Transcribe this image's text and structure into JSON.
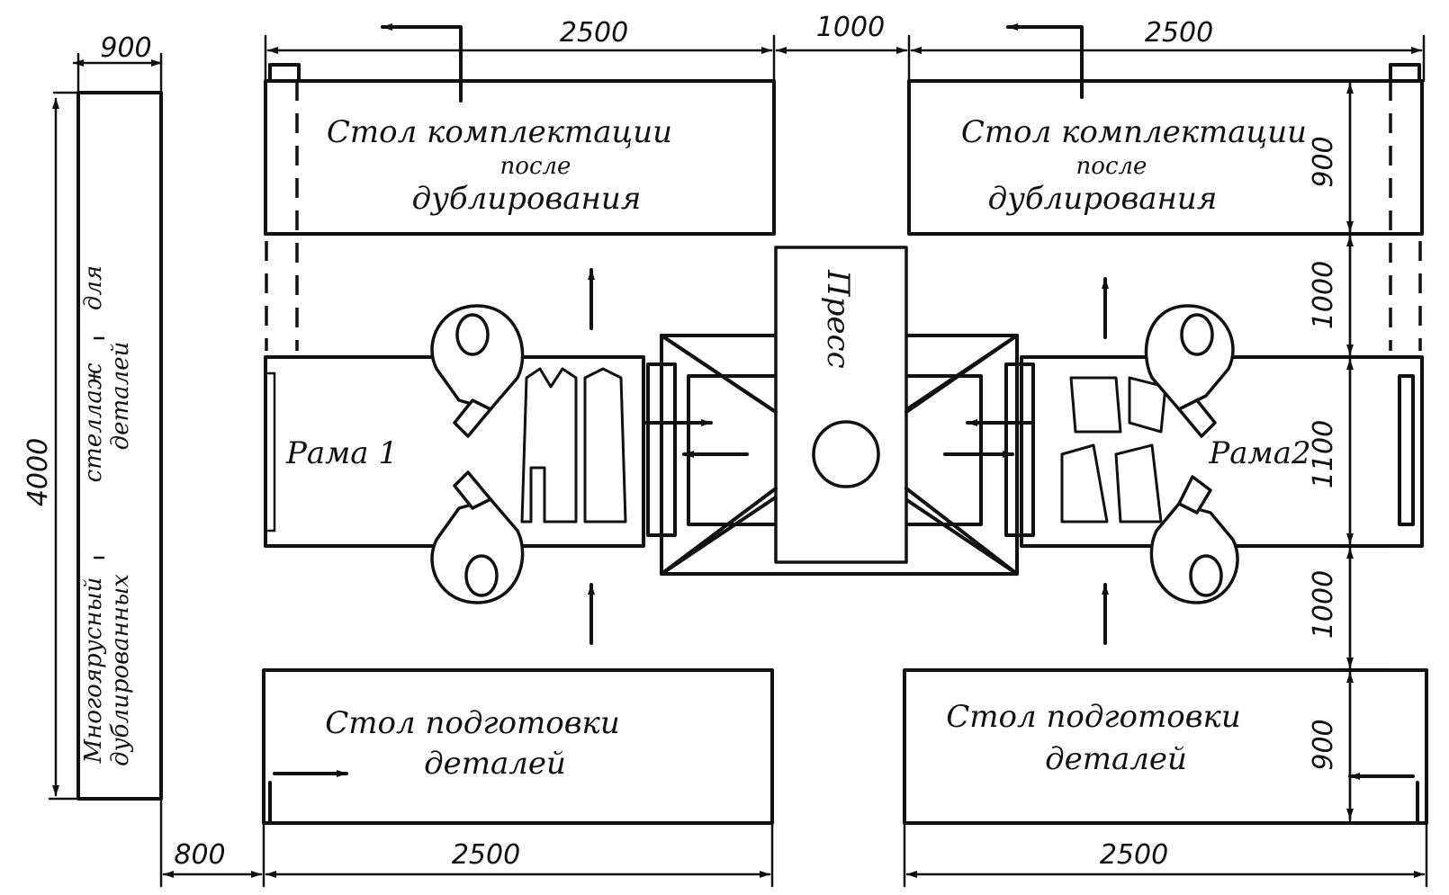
{
  "colors": {
    "ink": "#111111",
    "paper": "#ffffff"
  },
  "labels": {
    "table_complect_line1": "Стол комплектации",
    "table_complect_line2": "после",
    "table_complect_line3": "дублирования",
    "table_prep_line1": "Стол подготовки",
    "table_prep_line2": "деталей",
    "frame1": "Рама 1",
    "frame2": "Рама2",
    "press": "Пресс",
    "rack_line1": "Многоярусный",
    "rack_line2": "стеллаж",
    "rack_line3": "для",
    "rack_line4": "дублированных",
    "rack_line5": "деталей"
  },
  "dimensions": {
    "rack_width": "900",
    "rack_length": "4000",
    "table_length_top_left": "2500",
    "gap_between_tables": "1000",
    "table_length_top_right": "2500",
    "table_length_bottom_left": "2500",
    "table_length_bottom_right": "2500",
    "offset_left": "800",
    "right_table_depth_top": "900",
    "right_gap_top": "1000",
    "right_frame_width": "1100",
    "right_gap_bottom": "1000",
    "right_table_depth_bottom": "900"
  }
}
